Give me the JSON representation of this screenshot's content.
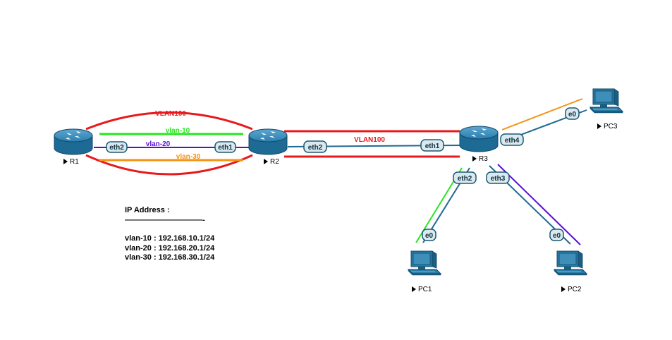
{
  "devices": {
    "r1": "R1",
    "r2": "R2",
    "r3": "R3",
    "pc1": "PC1",
    "pc2": "PC2",
    "pc3": "PC3"
  },
  "links": {
    "r1_r2_vlan100": "VLAN100",
    "r1_r2_vlan10": "vlan-10",
    "r1_r2_vlan20": "vlan-20",
    "r1_r2_vlan30": "vlan-30",
    "r2_r3_vlan100": "VLAN100"
  },
  "interfaces": {
    "r1_eth": "eth2",
    "r2_left_eth": "eth1",
    "r2_right_eth": "eth2",
    "r3_left_eth": "eth1",
    "r3_eth2": "eth2",
    "r3_eth3": "eth3",
    "r3_eth4": "eth4",
    "pc1_e0": "e0",
    "pc2_e0": "e0",
    "pc3_e0": "e0"
  },
  "ip_info": {
    "title": "IP Address :",
    "separator": "——————————-",
    "lines": [
      "vlan-10 : 192.168.10.1/24",
      "vlan-20 : 192.168.20.1/24",
      "vlan-30 : 192.168.30.1/24"
    ]
  },
  "colors": {
    "vlan100": "#e8191c",
    "vlan10": "#27e61e",
    "vlan20": "#5b0fd6",
    "vlan30": "#f49314",
    "link": "#1e6a93",
    "router": "#1d6e9a",
    "pc": "#2a7ba5"
  }
}
